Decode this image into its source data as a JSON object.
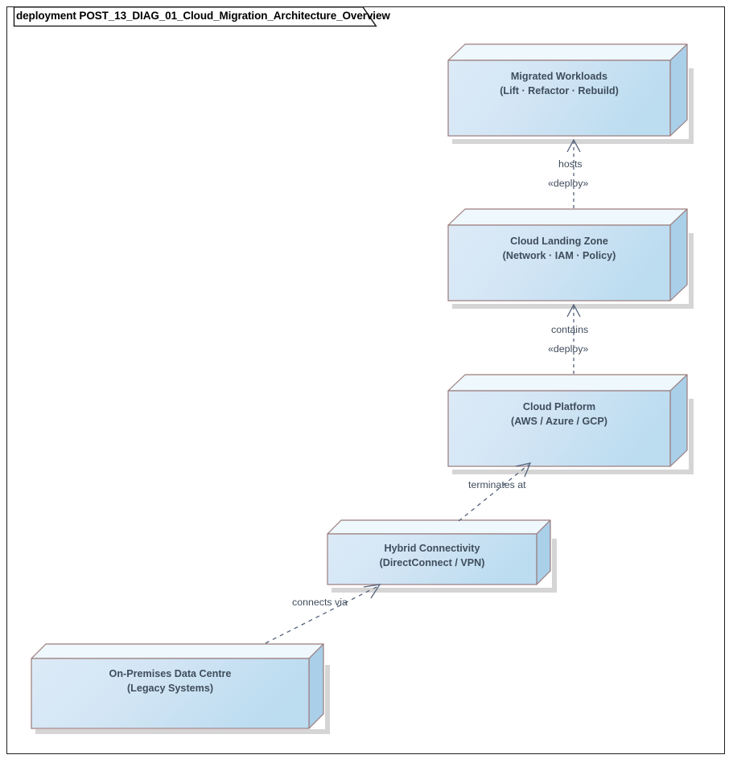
{
  "diagram": {
    "kind_label": "deployment",
    "title": "POST_13_DIAG_01_Cloud_Migration_Architecture_Overview",
    "tab_text": "deployment POST_13_DIAG_01_Cloud_Migration_Architecture_Overview",
    "frame_border_color": "#1d1d1d",
    "background_color": "#ffffff"
  },
  "style": {
    "node_border_color": "#9b7b7b",
    "node_fill_light": "#dceaf6",
    "node_fill_dark": "#bcdcf0",
    "node_top_face_color": "#eef8fd",
    "node_side_face_color": "#a9cfe9",
    "node_shadow_color": "#d5d5d5",
    "text_color": "#3f4d5c",
    "connector_color": "#54617a"
  },
  "nodes": [
    {
      "id": "migrated-workloads",
      "name": "Migrated Workloads",
      "subtitle": "(Lift · Refactor · Rebuild)",
      "stereotype": "node"
    },
    {
      "id": "cloud-landing-zone",
      "name": "Cloud Landing Zone",
      "subtitle": "(Network · IAM · Policy)",
      "stereotype": "node"
    },
    {
      "id": "cloud-platform",
      "name": "Cloud Platform",
      "subtitle": "(AWS / Azure / GCP)",
      "stereotype": "node"
    },
    {
      "id": "hybrid-connectivity",
      "name": "Hybrid Connectivity",
      "subtitle": "(DirectConnect / VPN)",
      "stereotype": "node"
    },
    {
      "id": "on-premises-data-centre",
      "name": "On-Premises Data Centre",
      "subtitle": "(Legacy Systems)",
      "stereotype": "node"
    }
  ],
  "connectors": [
    {
      "id": "conn-hosts",
      "from": "cloud-landing-zone",
      "to": "migrated-workloads",
      "label": "hosts",
      "stereotype": "«deploy»",
      "line_style": "dashed",
      "arrow": "open"
    },
    {
      "id": "conn-contains",
      "from": "cloud-platform",
      "to": "cloud-landing-zone",
      "label": "contains",
      "stereotype": "«deploy»",
      "line_style": "dashed",
      "arrow": "open"
    },
    {
      "id": "conn-terminates-at",
      "from": "hybrid-connectivity",
      "to": "cloud-platform",
      "label": "terminates at",
      "stereotype": "",
      "line_style": "dashed",
      "arrow": "open"
    },
    {
      "id": "conn-connects-via",
      "from": "on-premises-data-centre",
      "to": "hybrid-connectivity",
      "label": "connects via",
      "stereotype": "",
      "line_style": "dashed",
      "arrow": "open"
    }
  ]
}
